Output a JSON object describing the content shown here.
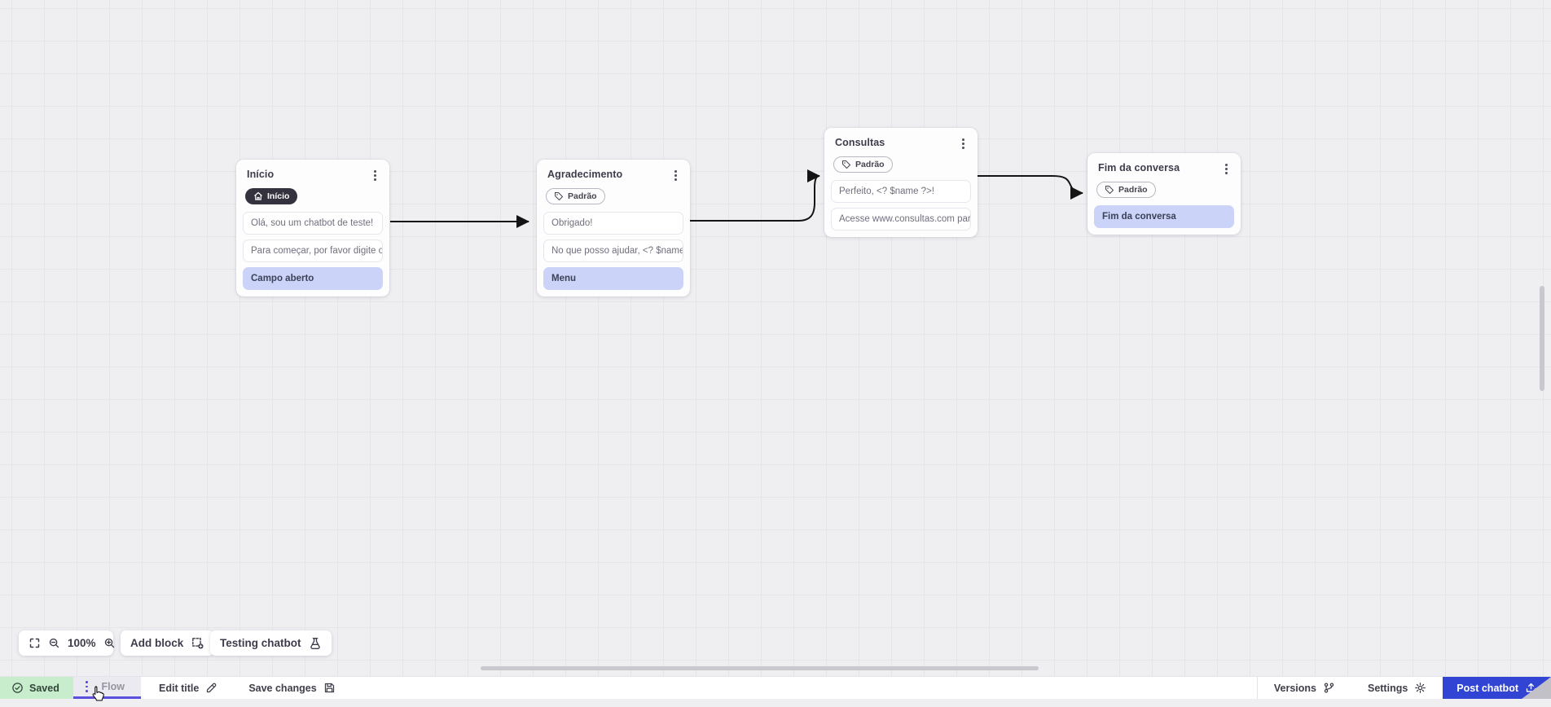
{
  "colors": {
    "canvas_bg": "#efeef1",
    "grid_line": "#e5e4e8",
    "accent_blue": "#3244d4",
    "tab_underline": "#5b50dd",
    "saved_green_bg": "#c8edcc",
    "action_row_bg": "#cbd3f8",
    "dark_badge_bg": "#33323e",
    "connector": "#141414"
  },
  "nodes": [
    {
      "title": "Início",
      "badge": {
        "label": "Início",
        "style": "dark",
        "icon": "home-icon"
      },
      "rows": [
        {
          "type": "message",
          "text": "Olá, sou um chatbot de teste!"
        },
        {
          "type": "message",
          "text": "Para começar, por favor digite o ..."
        },
        {
          "type": "action",
          "text": "Campo aberto"
        }
      ]
    },
    {
      "title": "Agradecimento",
      "badge": {
        "label": "Padrão",
        "style": "outline",
        "icon": "tag-icon"
      },
      "rows": [
        {
          "type": "message",
          "text": "Obrigado!"
        },
        {
          "type": "message",
          "text": "No que posso ajudar, <? $name ..."
        },
        {
          "type": "action",
          "text": "Menu"
        }
      ]
    },
    {
      "title": "Consultas",
      "badge": {
        "label": "Padrão",
        "style": "outline",
        "icon": "tag-icon"
      },
      "rows": [
        {
          "type": "message",
          "text": "Perfeito, <? $name ?>!"
        },
        {
          "type": "message",
          "text": "Acesse www.consultas.com par..."
        }
      ]
    },
    {
      "title": "Fim da conversa",
      "badge": {
        "label": "Padrão",
        "style": "outline",
        "icon": "tag-icon"
      },
      "rows": [
        {
          "type": "action",
          "text": "Fim da conversa"
        }
      ]
    }
  ],
  "toolbar": {
    "zoom_level": "100%",
    "add_block_label": "Add block",
    "testing_label": "Testing chatbot"
  },
  "statusbar": {
    "saved_label": "Saved",
    "flow_tab_label": "Flow",
    "edit_title_label": "Edit title",
    "save_changes_label": "Save changes",
    "versions_label": "Versions",
    "settings_label": "Settings",
    "post_button_label": "Post chatbot"
  }
}
